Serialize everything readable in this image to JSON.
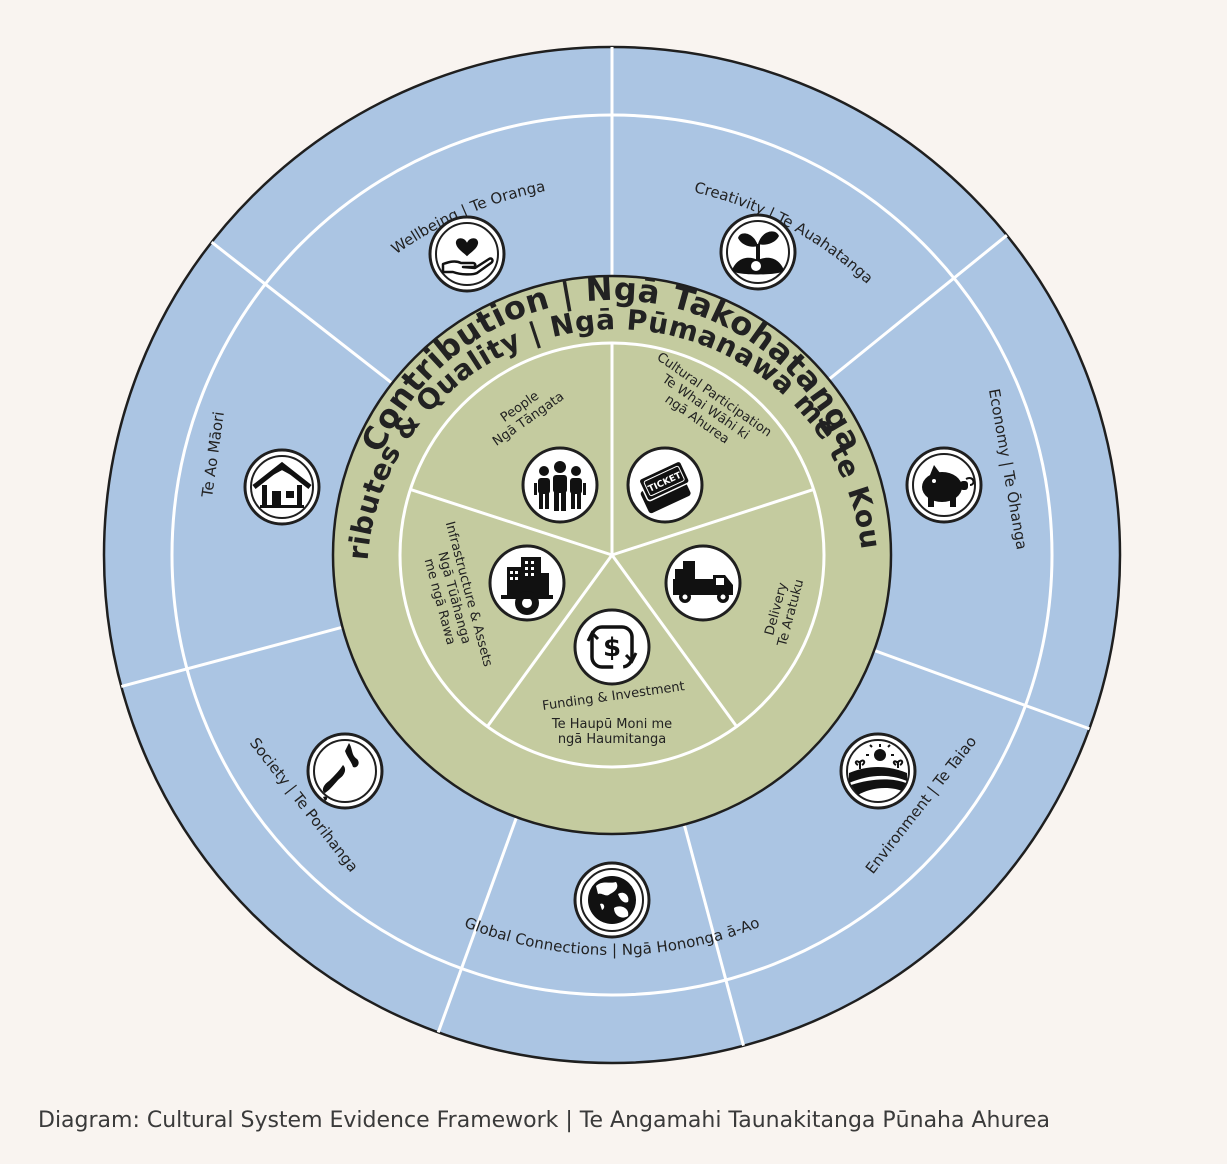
{
  "outer_ring": {
    "title": "Contribution | Ngā Takohatanga",
    "segments": [
      {
        "label": "Wellbeing | Te Oranga",
        "icon": "heart-in-hand-icon"
      },
      {
        "label": "Creativity | Te Auahatanga",
        "icon": "seedling-icon"
      },
      {
        "label": "Economy | Te Ōhanga",
        "icon": "piggy-bank-icon"
      },
      {
        "label": "Environment | Te Taiao",
        "icon": "landscape-sun-icon"
      },
      {
        "label": "Global Connections | Ngā Hononga ā-Ao",
        "icon": "globe-icon"
      },
      {
        "label": "Society | Te Porihanga",
        "icon": "new-zealand-map-icon"
      },
      {
        "label": "Te Ao Māori",
        "icon": "wharenui-icon"
      }
    ]
  },
  "inner_ring": {
    "title": "Attributes & Quality | Ngā Pūmanawa me te Kounga",
    "segments": [
      {
        "lines": [
          "People",
          "Ngā Tāngata"
        ],
        "icon": "people-group-icon"
      },
      {
        "lines": [
          "Cultural Participation",
          "Te Whai Wāhi ki",
          "ngā Ahurea"
        ],
        "icon": "ticket-icon"
      },
      {
        "lines": [
          "Delivery",
          "Te Aratuku"
        ],
        "icon": "delivery-truck-icon"
      },
      {
        "lines": [
          "Funding & Investment",
          "Te Haupū Moni me",
          "ngā Haumitanga"
        ],
        "icon": "dollar-cycle-icon"
      },
      {
        "lines": [
          "Infrastructure & Assets",
          "Ngā Tūāhanga",
          "me ngā Rawa"
        ],
        "icon": "building-gear-icon"
      }
    ],
    "ticket_text": "TICKET"
  },
  "caption": "Diagram: Cultural System Evidence Framework | Te Angamahi Taunakitanga Pūnaha Ahurea",
  "colors": {
    "background": "#f9f4f0",
    "outer_ring": "#abc5e3",
    "inner_ring": "#c4cb9f",
    "outline": "#1f1f1f",
    "divider": "#ffffff"
  }
}
